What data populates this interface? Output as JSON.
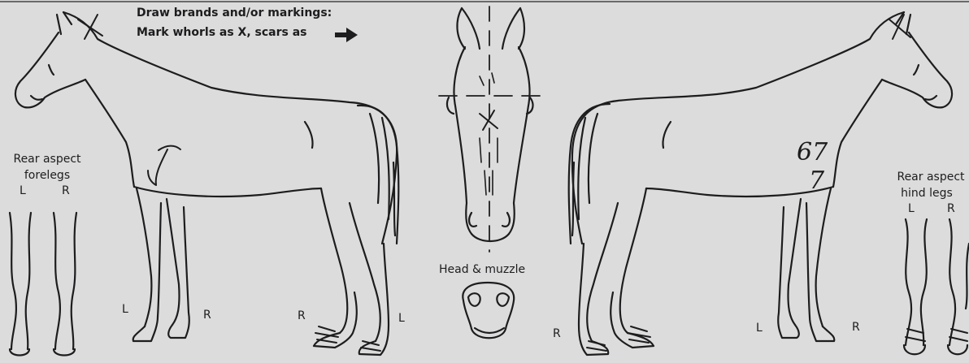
{
  "instructions": {
    "line1": "Draw brands and/or markings:",
    "line2": "Mark whorls as X, scars as"
  },
  "foreleg_panel": {
    "title_line1": "Rear aspect",
    "title_line2": "forelegs",
    "left": "L",
    "right": "R"
  },
  "hindleg_panel": {
    "title_line1": "Rear aspect",
    "title_line2": "hind legs",
    "left": "L",
    "right": "R"
  },
  "head_panel": {
    "label": "Head & muzzle"
  },
  "left_side_view": {
    "leg_labels": [
      "L",
      "R",
      "R",
      "L"
    ]
  },
  "right_side_view": {
    "leg_labels": [
      "R",
      "L",
      "R"
    ]
  },
  "handwritten": {
    "line1": "67",
    "line2": "7"
  },
  "colors": {
    "paper": "#dcdcdc",
    "ink": "#1d1d1f"
  }
}
